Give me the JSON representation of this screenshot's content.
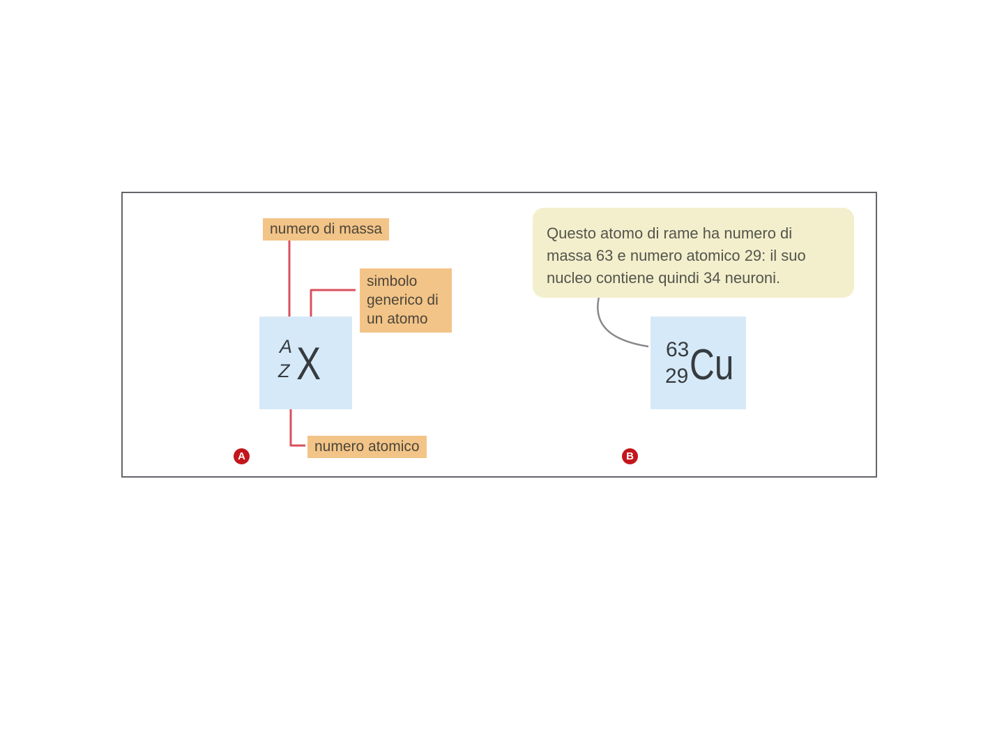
{
  "figure": {
    "panel_a": {
      "badge": "A",
      "labels": {
        "mass_number": "numero di massa",
        "generic_symbol": "simbolo generico di un atomo",
        "atomic_number": "numero atomico"
      },
      "nuclide": {
        "mass": "A",
        "atomic": "Z",
        "symbol": "X"
      }
    },
    "panel_b": {
      "badge": "B",
      "callout_lines": [
        "Questo atomo di rame ha numero di",
        "massa 63 e numero atomico 29: il suo",
        "nucleo contiene quindi 34 neuroni."
      ],
      "nuclide": {
        "mass": "63",
        "atomic": "29",
        "symbol": "Cu"
      }
    },
    "colors": {
      "label_bg": "#f3c488",
      "box_bg": "#d6e9f8",
      "callout_bg": "#f3efcc",
      "arrow_red": "#d9505b",
      "badge_red": "#c2161b",
      "frame_border": "#63656a",
      "connector_gray": "#87888a"
    }
  }
}
